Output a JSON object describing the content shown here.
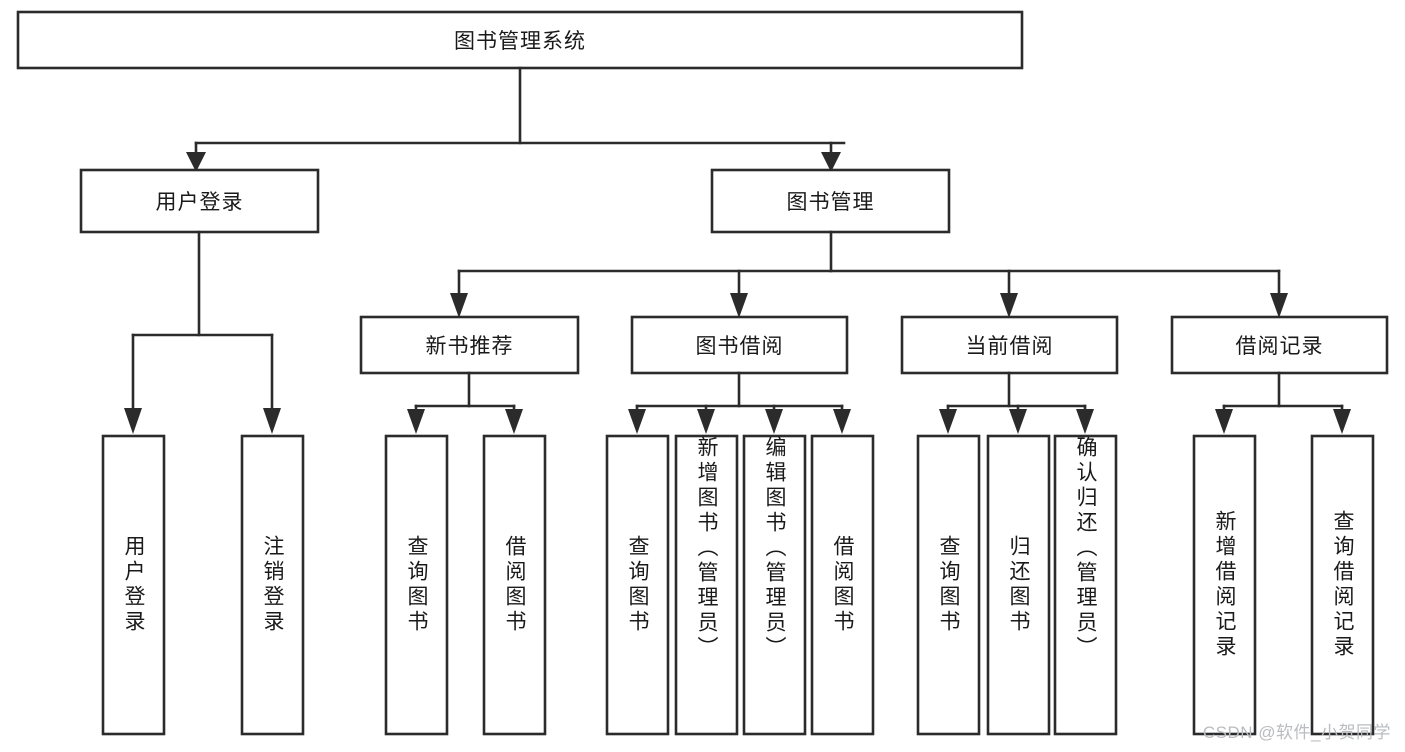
{
  "diagram": {
    "type": "hierarchy-tree",
    "title": "图书管理系统",
    "watermark": "CSDN @软件_小贺同学",
    "colors": {
      "stroke": "#2b2b2b",
      "fill": "#ffffff",
      "text": "#1a1a1a",
      "watermark": "#b9bcc0"
    },
    "root": {
      "id": "root",
      "label": "图书管理系统",
      "orientation": "horizontal"
    },
    "level2": [
      {
        "id": "user-login",
        "label": "用户登录",
        "orientation": "horizontal"
      },
      {
        "id": "book-management",
        "label": "图书管理",
        "orientation": "horizontal"
      }
    ],
    "level3": [
      {
        "id": "new-book-recommend",
        "label": "新书推荐",
        "orientation": "horizontal"
      },
      {
        "id": "book-borrow",
        "label": "图书借阅",
        "orientation": "horizontal"
      },
      {
        "id": "current-borrow",
        "label": "当前借阅",
        "orientation": "horizontal"
      },
      {
        "id": "borrow-record",
        "label": "借阅记录",
        "orientation": "horizontal"
      }
    ],
    "leaves": [
      {
        "id": "leaf-user-login",
        "parent": "user-login",
        "label": "用户登录",
        "orientation": "vertical"
      },
      {
        "id": "leaf-user-logout",
        "parent": "user-login",
        "label": "注销登录",
        "orientation": "vertical"
      },
      {
        "id": "leaf-query-book-1",
        "parent": "new-book-recommend",
        "label": "查询图书",
        "orientation": "vertical"
      },
      {
        "id": "leaf-borrow-book-1",
        "parent": "new-book-recommend",
        "label": "借阅图书",
        "orientation": "vertical"
      },
      {
        "id": "leaf-query-book-2",
        "parent": "book-borrow",
        "label": "查询图书",
        "orientation": "vertical"
      },
      {
        "id": "leaf-add-book",
        "parent": "book-borrow",
        "label": "新增图书（管理员）",
        "orientation": "vertical"
      },
      {
        "id": "leaf-edit-book",
        "parent": "book-borrow",
        "label": "编辑图书（管理员）",
        "orientation": "vertical"
      },
      {
        "id": "leaf-borrow-book-2",
        "parent": "book-borrow",
        "label": "借阅图书",
        "orientation": "vertical"
      },
      {
        "id": "leaf-query-book-3",
        "parent": "current-borrow",
        "label": "查询图书",
        "orientation": "vertical"
      },
      {
        "id": "leaf-return-book",
        "parent": "current-borrow",
        "label": "归还图书",
        "orientation": "vertical"
      },
      {
        "id": "leaf-confirm-return",
        "parent": "current-borrow",
        "label": "确认归还（管理员）",
        "orientation": "vertical"
      },
      {
        "id": "leaf-add-record",
        "parent": "borrow-record",
        "label": "新增借阅记录",
        "orientation": "vertical"
      },
      {
        "id": "leaf-query-record",
        "parent": "borrow-record",
        "label": "查询借阅记录",
        "orientation": "vertical"
      }
    ]
  }
}
